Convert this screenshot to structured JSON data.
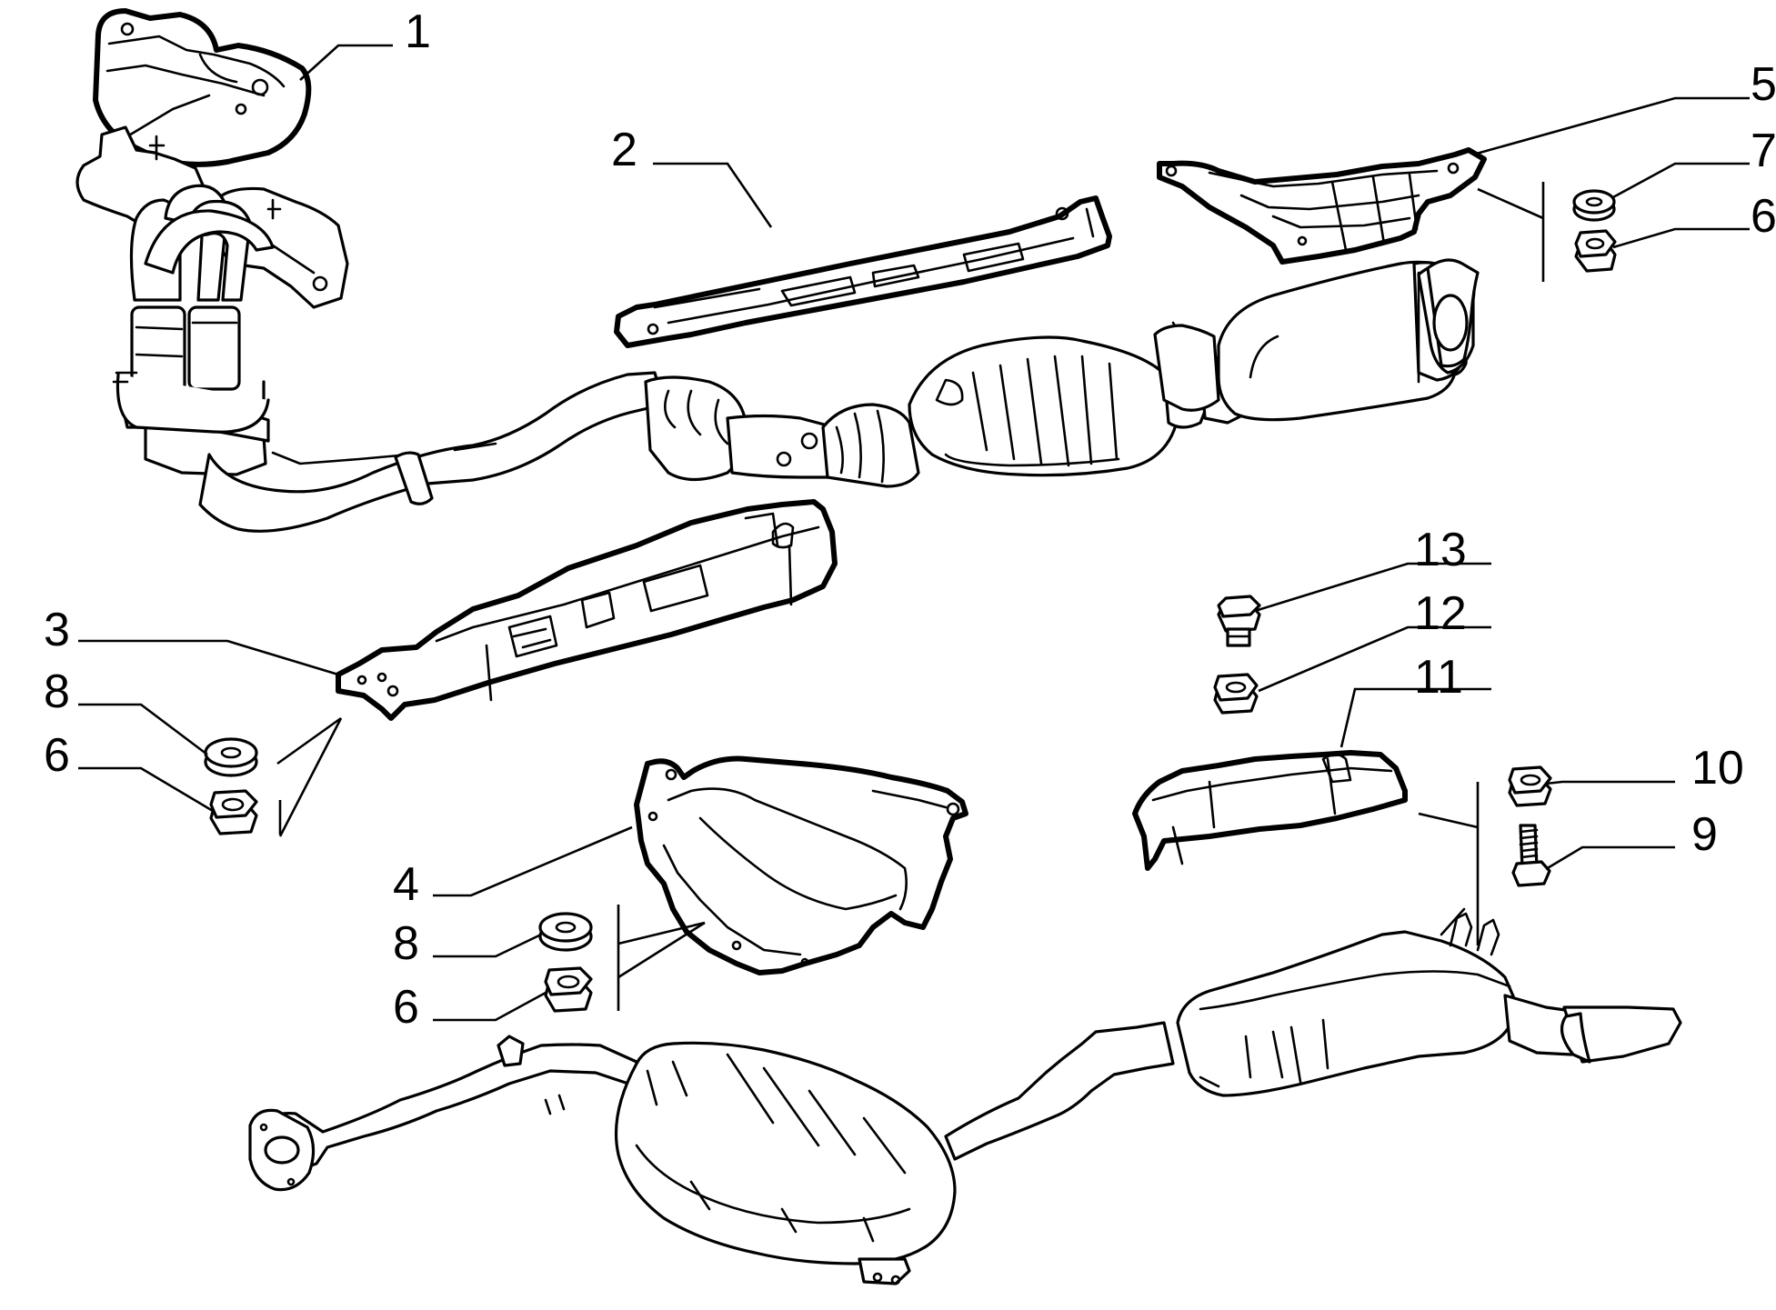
{
  "diagram": {
    "callouts": [
      {
        "id": "c1",
        "label": "1"
      },
      {
        "id": "c2",
        "label": "2"
      },
      {
        "id": "c3",
        "label": "3"
      },
      {
        "id": "c4",
        "label": "4"
      },
      {
        "id": "c5",
        "label": "5"
      },
      {
        "id": "c6a",
        "label": "6"
      },
      {
        "id": "c6b",
        "label": "6"
      },
      {
        "id": "c6c",
        "label": "6"
      },
      {
        "id": "c7",
        "label": "7"
      },
      {
        "id": "c8a",
        "label": "8"
      },
      {
        "id": "c8b",
        "label": "8"
      },
      {
        "id": "c9",
        "label": "9"
      },
      {
        "id": "c10",
        "label": "10"
      },
      {
        "id": "c11",
        "label": "11"
      },
      {
        "id": "c12",
        "label": "12"
      },
      {
        "id": "c13",
        "label": "13"
      }
    ]
  }
}
